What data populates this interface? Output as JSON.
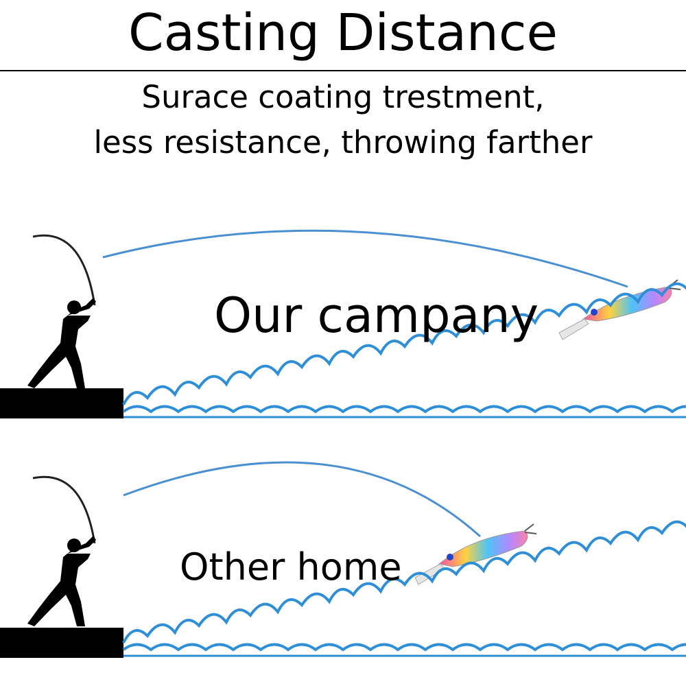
{
  "header": {
    "title": "Casting Distance",
    "subtitle_line1": "Surace coating trestment,",
    "subtitle_line2": "less resistance, throwing farther"
  },
  "comparison": [
    {
      "label": "Our campany"
    },
    {
      "label": "Other home"
    }
  ],
  "colors": {
    "line": "#4a90d0",
    "wave_blue": "#2f8fd6",
    "silhouette": "#000000"
  },
  "icons": [
    "fisherman-silhouette-icon",
    "fishing-lure-icon",
    "wave-pattern-icon"
  ]
}
